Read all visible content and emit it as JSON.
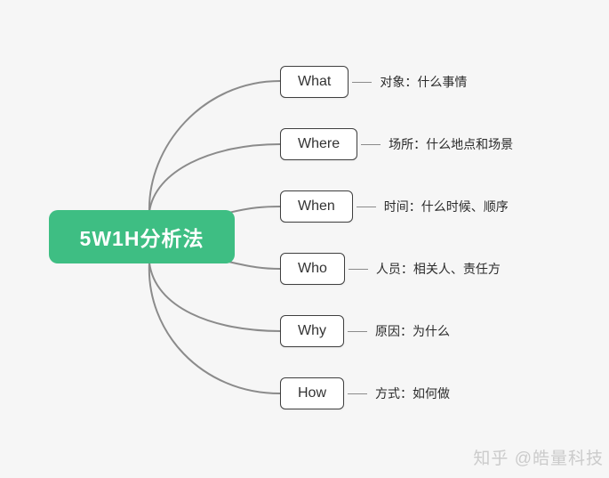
{
  "page": {
    "background_color": "#f6f6f6"
  },
  "root_node": {
    "label": "5W1H分析法",
    "background_color": "#3ebe83",
    "text_color": "#ffffff"
  },
  "branches": [
    {
      "label": "What",
      "description": "对象：什么事情"
    },
    {
      "label": "Where",
      "description": "场所：什么地点和场景"
    },
    {
      "label": "When",
      "description": "时间：什么时候、顺序"
    },
    {
      "label": "Who",
      "description": "人员：相关人、责任方"
    },
    {
      "label": "Why",
      "description": "原因：为什么"
    },
    {
      "label": "How",
      "description": "方式：如何做"
    }
  ],
  "watermark": {
    "text": "知乎 @皓量科技",
    "color": "#cbcbcb"
  },
  "colors": {
    "box_border": "#3f3f3f",
    "box_background": "#ffffff",
    "edge_stroke": "#8b8b8b",
    "description_text": "#2b2b2b"
  }
}
